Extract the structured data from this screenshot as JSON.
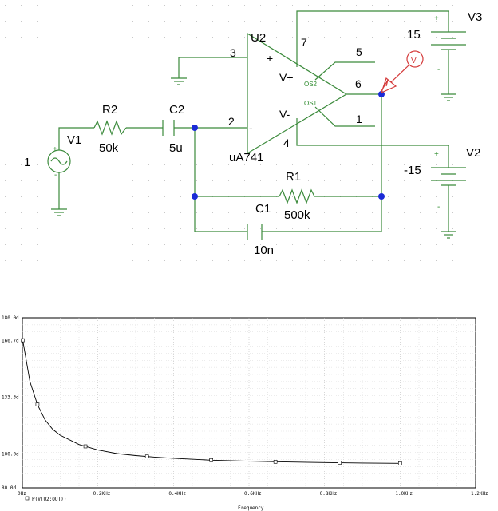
{
  "schematic": {
    "opamp": {
      "ref": "U2",
      "model": "uA741",
      "pin_plus_num": "3",
      "pin_minus_num": "2",
      "pin_v_plus": "7",
      "pin_v_minus": "4",
      "pin_out": "6",
      "pin_os2": "5",
      "pin_os1": "1",
      "vplus_label": "V+",
      "vminus_label": "V-",
      "os2_label": "OS2",
      "os1_label": "OS1",
      "plus_sign": "+",
      "minus_sign": "-"
    },
    "v1": {
      "ref": "V1",
      "value": "1"
    },
    "r2": {
      "ref": "R2",
      "value": "50k"
    },
    "c2": {
      "ref": "C2",
      "value": "5u"
    },
    "r1": {
      "ref": "R1",
      "value": "500k"
    },
    "c1": {
      "ref": "C1",
      "value": "10n"
    },
    "v3": {
      "ref": "V3",
      "value": "15",
      "plus": "+",
      "minus": "-"
    },
    "v2": {
      "ref": "V2",
      "value": "-15",
      "plus": "+",
      "minus": "-"
    },
    "probe": {
      "label": "V"
    }
  },
  "colors": {
    "wire": "#3b8a3b",
    "node": "#1a2bd6",
    "probe": "#d43a3a",
    "trace": "#000000"
  },
  "chart_data": {
    "type": "line",
    "xlabel": "Frequency",
    "xlim": [
      0,
      1.2
    ],
    "ylim": [
      80.0,
      180.0
    ],
    "x_ticks": [
      "0Hz",
      "0.2KHz",
      "0.4KHz",
      "0.6KHz",
      "0.8KHz",
      "1.0KHz",
      "1.2KHz"
    ],
    "y_ticks": [
      "80.0d",
      "100.0d",
      "133.3d",
      "166.7d",
      "180.0d"
    ],
    "y_tick_values": [
      80.0,
      100.0,
      133.3,
      166.7,
      180.0
    ],
    "series": [
      {
        "name": "P(V(U2:OUT))",
        "x": [
          0.001,
          0.02,
          0.04,
          0.06,
          0.08,
          0.1,
          0.15,
          0.2,
          0.25,
          0.3,
          0.35,
          0.4,
          0.5,
          0.6,
          0.7,
          0.8,
          0.9,
          1.0
        ],
        "y": [
          166.8,
          142.5,
          129.0,
          120.0,
          114.5,
          111.0,
          105.5,
          102.3,
          100.2,
          99.0,
          98.1,
          97.4,
          96.3,
          95.7,
          95.2,
          94.9,
          94.6,
          94.4
        ]
      }
    ],
    "markers_x": [
      0.001,
      0.04,
      0.167,
      0.33,
      0.5,
      0.67,
      0.84,
      1.0
    ],
    "grid": true
  }
}
